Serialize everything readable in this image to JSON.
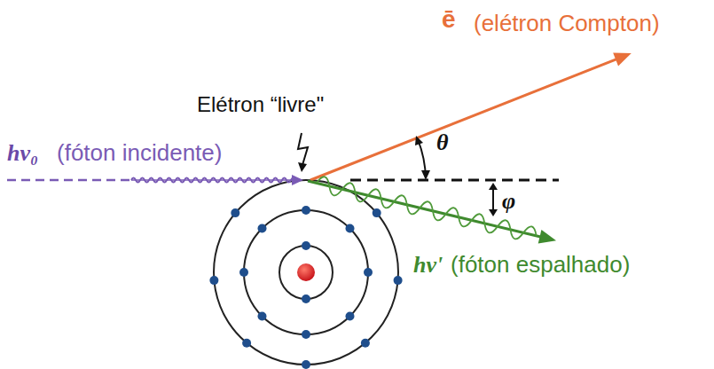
{
  "diagram": {
    "labels": [
      "ē",
      "(elétron Compton)",
      "Elétron “livre\"",
      "hν₀",
      "(fóton incidente)",
      "θ",
      "φ",
      "hν'",
      "(fóton espalhado)"
    ]
  }
}
